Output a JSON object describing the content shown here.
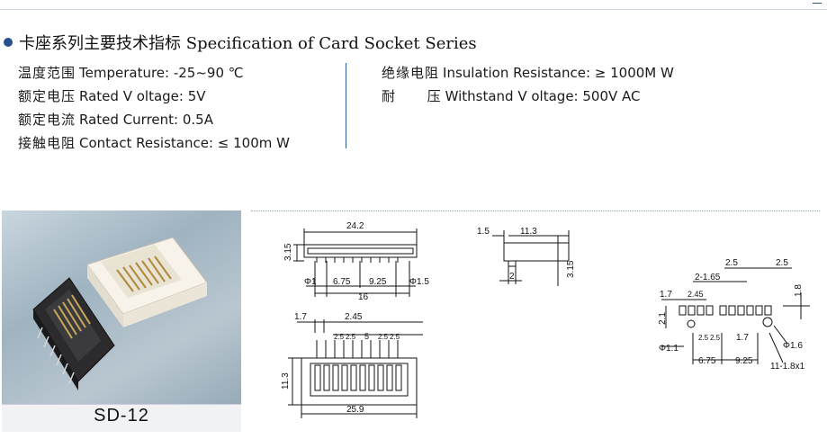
{
  "heading": {
    "cn": "卡座系列主要技术指标",
    "en": "Specification of Card Socket Series"
  },
  "specs_left": [
    {
      "cn": "温度范围",
      "en": "Temperature: -25~90 ℃"
    },
    {
      "cn": "额定电压",
      "en": "Rated V oltage: 5V"
    },
    {
      "cn": "额定电流",
      "en": "Rated Current: 0.5A"
    },
    {
      "cn": "接触电阻",
      "en": "Contact Resistance:   ≤ 100m W"
    }
  ],
  "specs_right": [
    {
      "cn": "绝缘电阻",
      "en": "Insulation Resistance:    ≥ 1000M W"
    },
    {
      "cn": "耐      压",
      "en": "Withstand V oltage: 500V  AC"
    }
  ],
  "product_label": "SD-12",
  "drawings": {
    "front": {
      "width": "24.2",
      "height": "3.15",
      "d1": "Φ1",
      "d2": "6.75",
      "d3": "9.25",
      "d4": "Φ1.5",
      "total": "16"
    },
    "side": {
      "a": "1.5",
      "b": "11.3",
      "c": "3.15",
      "d": "2"
    },
    "top": {
      "a": "1.7",
      "b": "2.45",
      "pitch1": "2.5",
      "pitch2": "2.5",
      "mid": "5",
      "pitch3": "2.5",
      "pitch4": "2.5",
      "height": "11.3",
      "width": "25.9"
    },
    "footprint": {
      "a": "2.5",
      "b": "2.5",
      "c": "2-1.65",
      "d": "1.7",
      "e": "2.45",
      "f": "1.8",
      "g": "2.1",
      "h": "Φ1.1",
      "i": "2.5",
      "j": "2.5",
      "k": "1.7",
      "l": "Φ1.6",
      "m": "6.75",
      "n": "9.25",
      "o": "11-1.8x1"
    }
  }
}
